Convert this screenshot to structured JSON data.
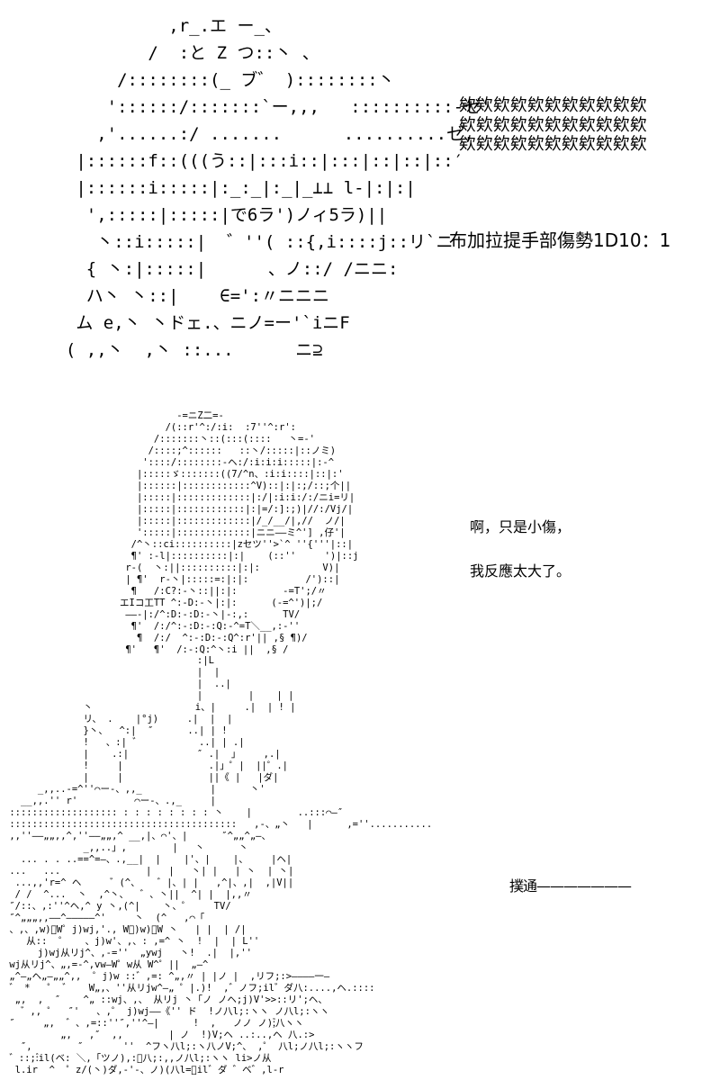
{
  "page": {
    "background": "#ffffff",
    "ink": "#000000"
  },
  "panels": {
    "top": {
      "art": [
        "            ,r_.エ ー_、",
        "          /  :と Z つ::丶 、",
        "       /::::::::(_ ブ゛ )::::::::丶",
        "      '::::::/:::::::`ー,,,   ::::::::::-ゼ'",
        "     ,'......:/ .......      ..........ゼ,",
        "   |::::::f::(((う::|:::i::|:::|::|::|::′",
        "   |::::::i:::::|:_:_|:_|_⊥⊥ l-|:|:|",
        "    ',:::::|:::::|で6ラ')ノィ5ラ)||",
        "     丶::i:::::|  ゛''( ::{,i::::j::リ`ニ",
        "    { 丶:|:::::|      、ノ::/ /ニニ:",
        "    ハ丶 丶::|    ∈=':〃ニニニ",
        "   ム e,丶 丶ドェ.、ニノ=ー'`iニF",
        "  ( ,,丶  ,丶 ::...      ニ⊇"
      ],
      "exclamations": [
        "欸欸欸欸欸欸欸欸欸欸欸",
        "欸欸欸欸欸欸欸欸欸欸欸",
        "欸欸欸欸欸欸欸欸欸欸欸"
      ],
      "roll": "布加拉提手部傷勢1D10：1"
    },
    "middle": {
      "art": [
        "          -=ニZ二=-",
        "        /(::r'^:/:i:  :7''^:r':",
        "      /:::::::丶::(:::(::::   丶=-'",
        "     /::::;^::::::   ::丶/:::::|::ノミ)",
        "    '::::/::::::::-ヘ:/:i:i:i:::::|:-^",
        "   |:::::ゞ:::::::((7/^n、:i:i::::|::|:'",
        "   |::::::|::::::::::::^V)::|:|:;/::;个||",
        "   |:::::|:::::::::::::|:/|:i:i:/:/ニi=リ|",
        "   |:::::|::::::::::::|:|=/:]:;)|//:/Vj/|",
        "   |:::::|:::::::::::::|/_/__/|,//  ノ/|",
        "   ':::::|:::::::::::::|ニニ——ミ^'] ,仔'|",
        "  /^丶::ci::::::::::|zセツ''>`^ ''{'''|::|",
        "  ¶' :-l|::::::::::|:|    (::''     ')|::j",
        " r-(  丶:||::::::::::|:|:           V)|",
        " | ¶'  r-丶|:::::=:|:|:          /')::|",
        "  ¶   /:C?:-丶::||:|:        -=T';/〃",
        "エIコ工TT ^:-D:-丶|:|:      (-=^')|;/",
        " ——-|:/^:D:-:D:-丶|-:,:      TV/",
        "  ¶'  /:/^:-:D:-:Q:-^=T＼__,:-''",
        "   ¶  /:/  ^:-:D:-:Q^:r'|| ,§ ¶)/",
        " ¶'   ¶'  /:-:Q:^丶:i ||  ,§ /"
      ],
      "dialogue": [
        "啊，只是小傷，",
        "我反應太大了。"
      ]
    },
    "bottom": {
      "art": [
        "                                  :|L",
        "                                  |  |",
        "                                  |  ..|",
        "                                  |        |    | |",
        "              丶                  i、|     .|  | ! |",
        "              リ、 .    |°j)     .|  |  |",
        "              }丶、  ^:|  ″      ..| | !",
        "              !   、:| ゛          ..| | .|",
        "              |    .:|            ″ .|  」    ,.|",
        "              !     |               .|」゜|  ||゜.|",
        "              |     |               ||《 |   |ダ|",
        "      _,,..-=^''⌒ー-、,,_            |      丶'",
        "   __,,.'' r'          ⌒ー-、.,_     |",
        " ::::::::::::::::::: : : : : : : : : 丶    |        ..:::⌒—″",
        " ::::::::::::::::::::::::::::::::::::::::   ,-、„丶   |      ,=''...........",
        " ,,''——„„,,^,''——„„,^ __,|、⌒'、|      ″^„„^„—、",
        "              _,,..」,        |   丶      丶",
        "   ... . . ..==^=—、.,__|  |    |'、|    |、    |ヘ|",
        " ...   ...               |   |   丶| |   | 丶  | 丶|",
        "  ...,,'r=^ ヘ     ゛(^、   ゛|、| |   ,^|、,|  ,|V||",
        "  / /  ^...  丶  ,^丶、  ゛、丶||  ^| |  |,,〃",
        " ″/::、,:''^ヘ,^ y 丶,(^|    丶、゜    TV/",
        " ″^„„„,,——^—————^'     丶  (^   ,⌒「",
        " 、,、,w)゙W゜j)wj,'., W゙)w)゙W 丶   | |  | /|",
        "    从::  ゜   、j)w'、,、: ,=^ 丶  !  |  | L''",
        "      j)wj从リj^、,-=''  „ywj   丶!  .|  |,''",
        " wj从リj^、„,=-^,vw—W゜w从 W^゜||  „—^",
        " „^—„ヘ„—„„^,,  ゜j)w ::゛,=: ^„,〃 | |ノ |  ,リフ;:>————一—",
        " ゛ *   ゜ ゛   W„,、''从リjw^—„ ゜|.)!  ,゛ノフ;il゛ダ八:....,ヘ.::::",
        "  „,  ,  ″    ^„ ::wj、,、 从リj 丶「ノ ノヘ;j)V'>>::リ';ヘ、",
        "   ゛,, ゜  ″'   、,゜ j)wj——《'' ド  !ノ八l;:ヽヽ ノ八l;:ヽヽ",
        " ″     „,  ゛、,=::''″,''^—|      !  ,   ノノ ノ);゙八ヽヽ",
        "          „,   ,″  ,,        | ノ  !)V;ヘ ..:..,ヘ 八.:>",
        "   ″,        ″       ''  ^フヽ八l;:ヽ八ノV;^、 ,゜ 八l;ノ八l;:ヽヽフ",
        " ゛::;:゙il(ベ: ＼,「ツノ),:゙八;:,,ノ八l;:ヽヽ li>ノ从",
        "  l.ir  ^  ゜z/(丶)ダ,-'-、ノ)(八l=゙il゛ダ ゛ベ゛,l-r"
      ],
      "sfx": "撲通———————"
    }
  }
}
